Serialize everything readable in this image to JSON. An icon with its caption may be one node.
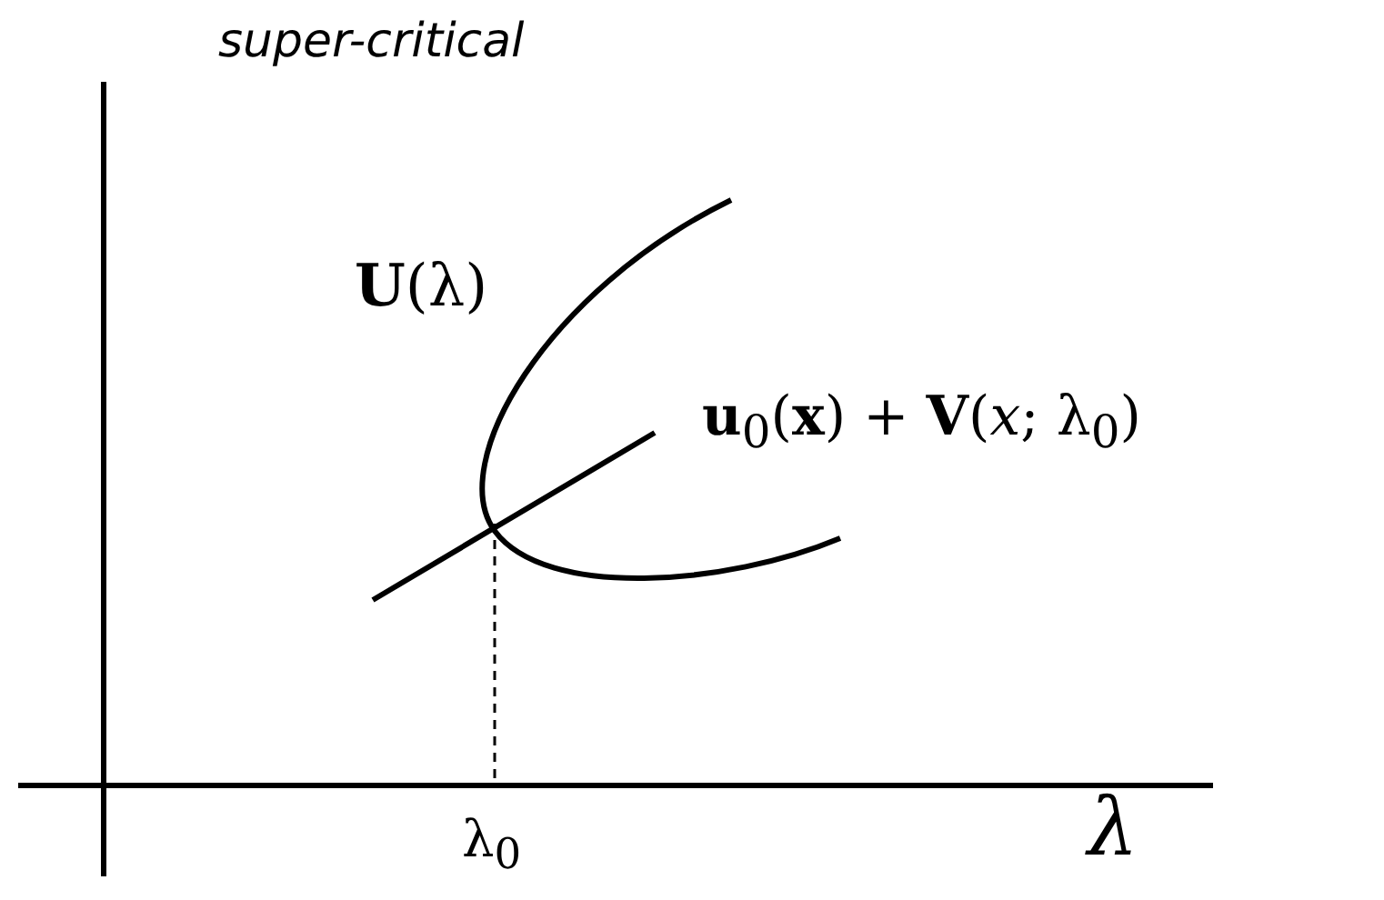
{
  "diagram": {
    "labels": [
      "super-critical",
      "**U**(λ)",
      "**u**$_{0}$(**x**) + **V**(*x*; λ$_{0}$)",
      "λ$_{0}$",
      "λ"
    ]
  }
}
